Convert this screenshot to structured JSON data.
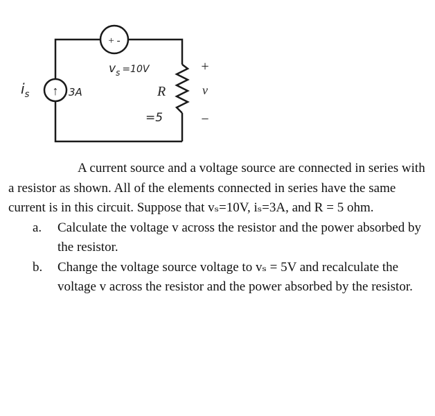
{
  "circuit": {
    "current_source": {
      "symbol": "i",
      "subscript": "s",
      "value": "3A",
      "arrow": "↑"
    },
    "voltage_source": {
      "polarity": "+ -",
      "label": "v",
      "subscript": "s",
      "value_text": "=10V"
    },
    "resistor": {
      "label": "R",
      "value_text": "=5"
    },
    "output": {
      "plus": "+",
      "variable": "v",
      "minus": "−"
    }
  },
  "problem": {
    "intro": "A current source and a voltage source are connected in series with a resistor as shown. All of the elements connected in series have the same current is in this circuit. Suppose that vₛ=10V, iₛ=3A, and R = 5 ohm.",
    "parts": [
      {
        "marker": "a.",
        "text": "Calculate the voltage v across the resistor and the power absorbed by the resistor."
      },
      {
        "marker": "b.",
        "text": "Change the voltage source voltage to vₛ = 5V and recalculate the voltage v across the resistor and the power absorbed by the resistor."
      }
    ]
  }
}
